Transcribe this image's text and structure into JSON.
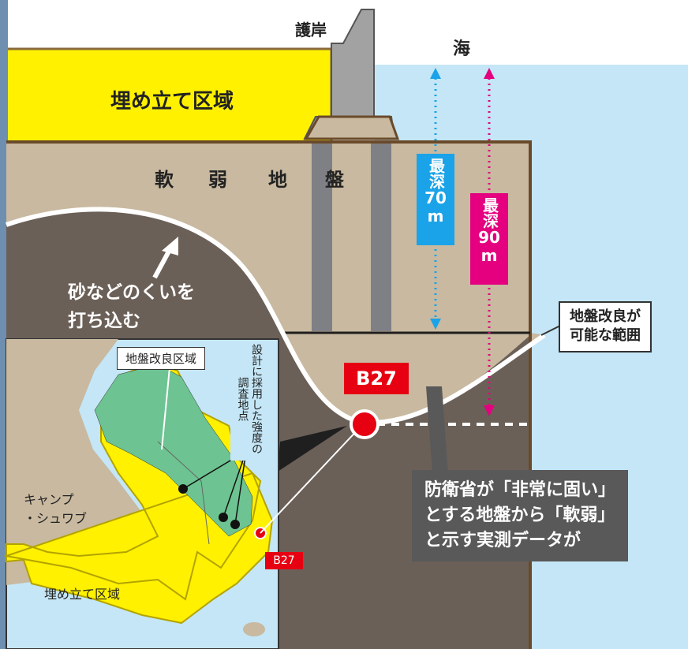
{
  "labels": {
    "seawall": "護岸",
    "sea": "海",
    "landfill_zone": "埋め立て区域",
    "soft_ground": [
      "軟",
      "弱",
      "地",
      "盤"
    ],
    "sand_piles": "砂などのくいを\n打ち込む",
    "improvable_range": "地盤改良が\n可能な範囲",
    "depth_70_a": "最深",
    "depth_70_b": "70",
    "depth_70_c": "m",
    "depth_90_a": "最深",
    "depth_90_b": "90",
    "depth_90_c": "m",
    "b27_big": "B27",
    "callout": "防衛省が「非常に固い」\nとする地盤から「軟弱」\nと示す実測データが"
  },
  "inset": {
    "improvement_area": "地盤改良区域",
    "survey_points": "設計に採用した強度の調査地点",
    "camp": "キャンプ\n・シュワブ",
    "landfill": "埋め立て区域",
    "b27": "B27"
  },
  "colors": {
    "landfill_yellow": "#fff100",
    "sea_blue": "#c4e6f6",
    "soft_ground": "#c8b9a0",
    "hard_ground": "#6b6058",
    "pile_gray": "#7f8086",
    "seawall_gray": "#a2a2a2",
    "depth70": "#1aa3e8",
    "depth90": "#e4007f",
    "marker_red": "#e60012",
    "improvement_green": "#6dc391"
  }
}
